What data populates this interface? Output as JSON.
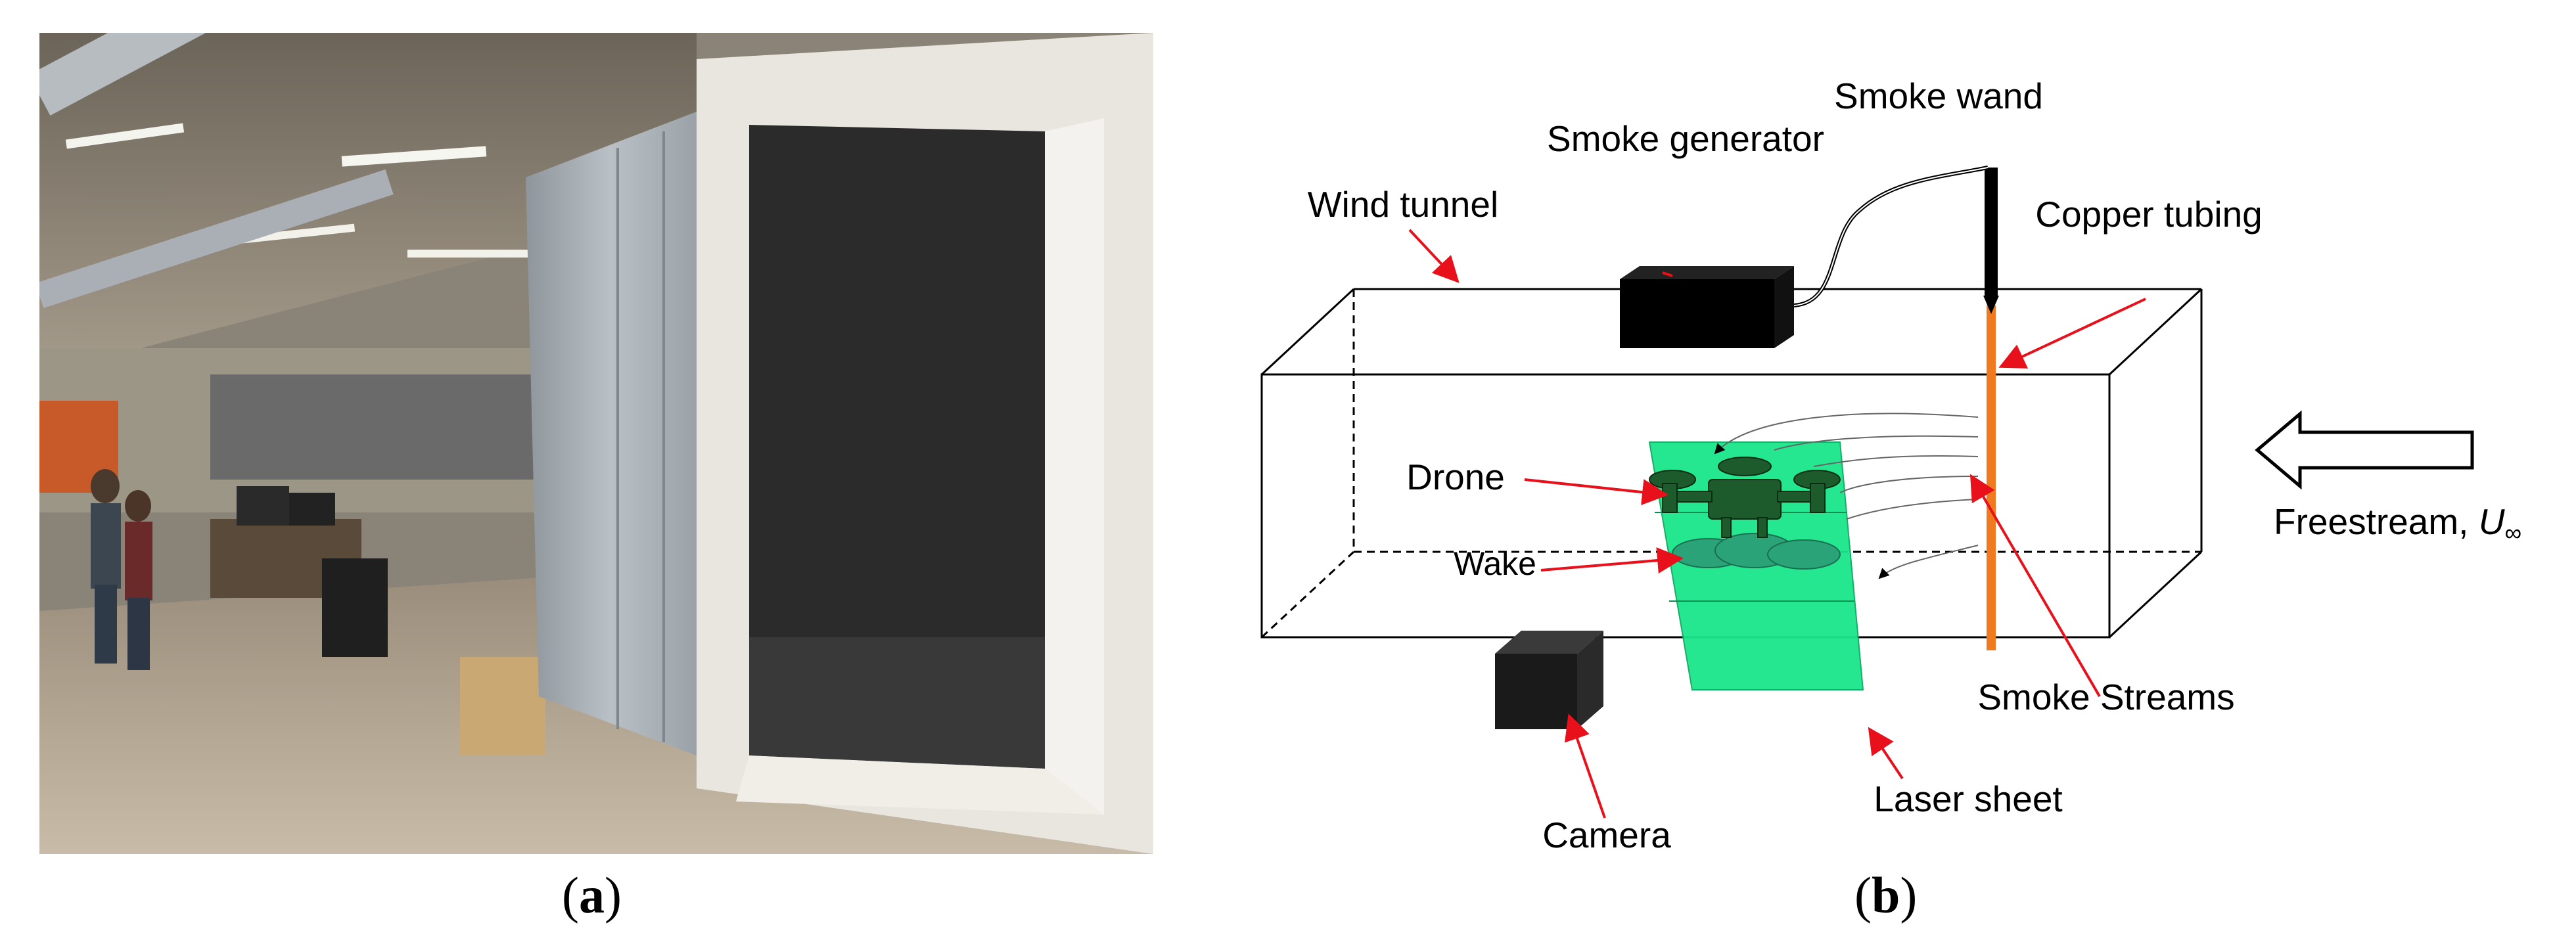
{
  "panel_a": {
    "caption_letter": "a"
  },
  "panel_b": {
    "caption_letter": "b",
    "labels": {
      "smoke_wand": "Smoke wand",
      "smoke_generator": "Smoke generator",
      "wind_tunnel": "Wind tunnel",
      "copper_tubing": "Copper tubing",
      "drone": "Drone",
      "wake": "Wake",
      "freestream": "Freestream, ",
      "freestream_symbol": "U",
      "freestream_subscript": "∞",
      "smoke_streams": "Smoke Streams",
      "camera": "Camera",
      "laser_sheet": "Laser sheet"
    },
    "colors": {
      "laser_sheet": "#19e68a",
      "copper_tubing": "#f07a1e",
      "arrow": "#e8101a"
    }
  },
  "paren_open": "(",
  "paren_close": ")"
}
